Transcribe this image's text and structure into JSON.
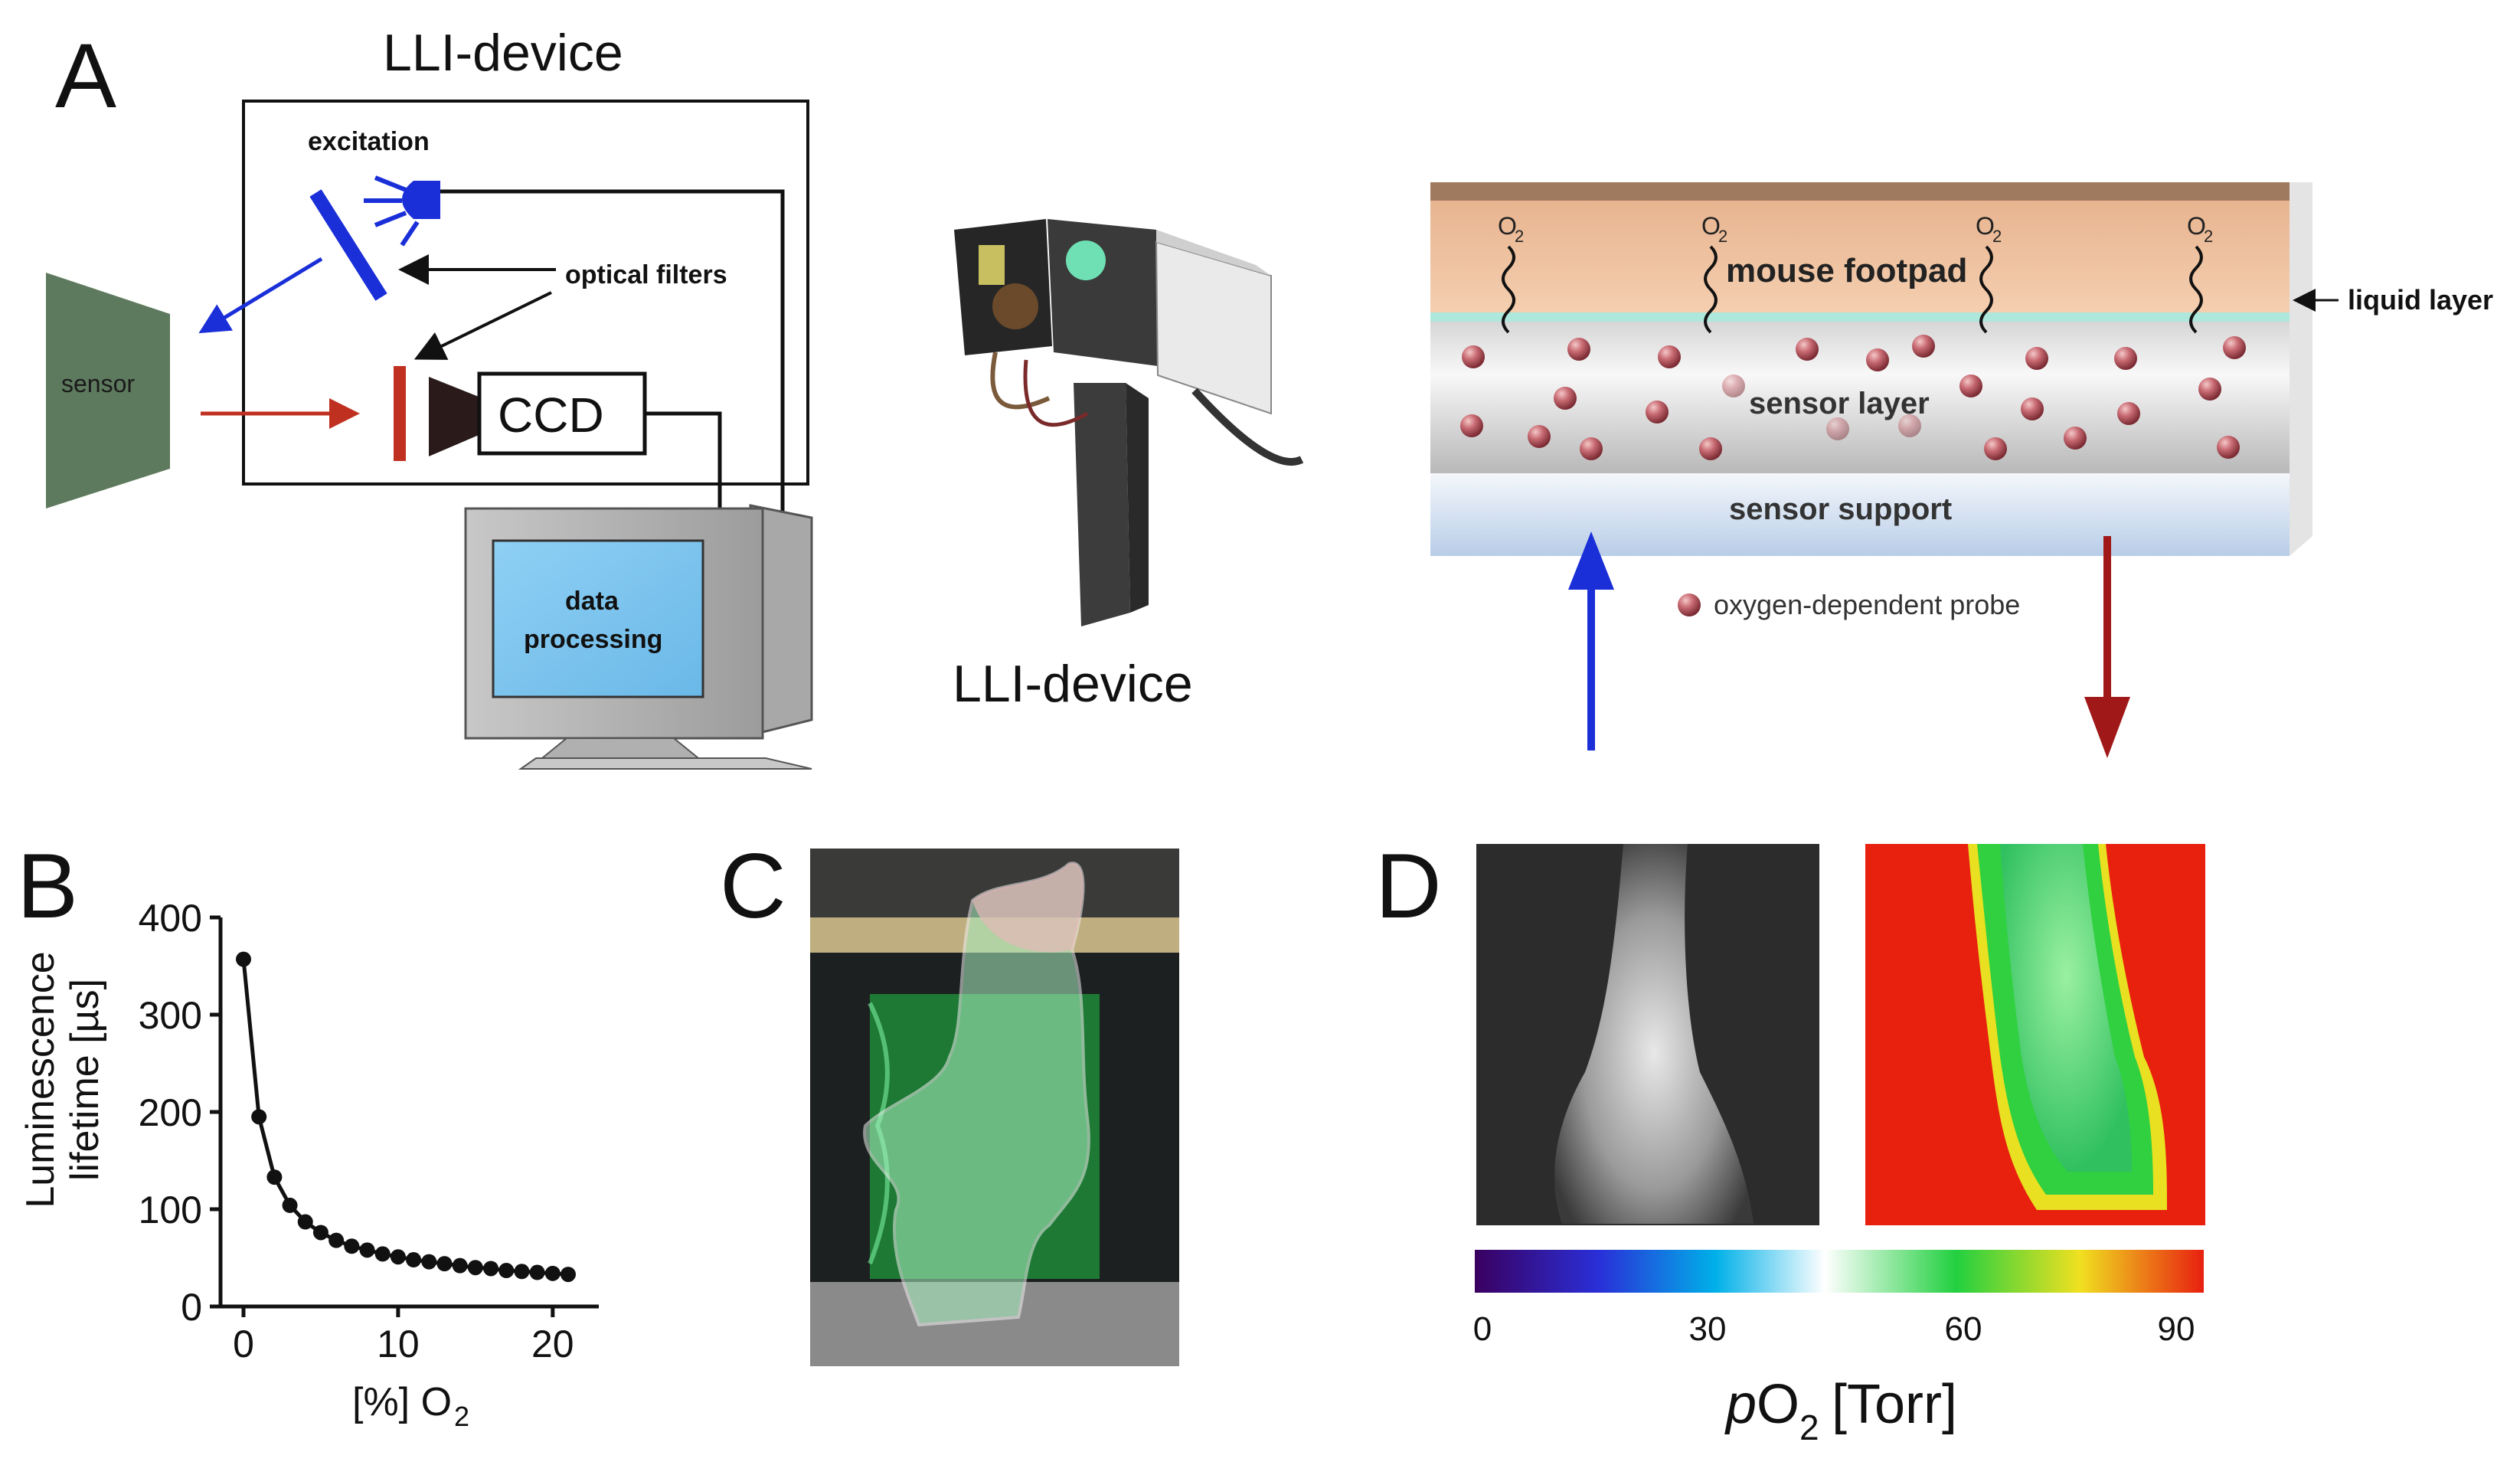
{
  "panels": {
    "a": {
      "letter": "A",
      "device_title": "LLI-device",
      "excitation": "excitation",
      "optical_filters": "optical filters",
      "sensor": "sensor",
      "ccd": "CCD",
      "data_processing_1": "data",
      "data_processing_2": "processing",
      "photo_caption": "LLI-device",
      "mouse_footpad": "mouse footpad",
      "liquid_layer": "liquid layer",
      "sensor_layer": "sensor layer",
      "sensor_support": "sensor support",
      "probe_legend": "oxygen-dependent probe",
      "o2_main": "O",
      "o2_sub": "2"
    },
    "b": {
      "letter": "B"
    },
    "c": {
      "letter": "C"
    },
    "d": {
      "letter": "D",
      "colorbar_ticks": [
        "0",
        "30",
        "60",
        "90"
      ],
      "colorbar_label_p": "p",
      "colorbar_label_o": "O",
      "colorbar_label_sub": "2",
      "colorbar_label_unit": " [Torr]",
      "colorbar_colors": [
        "#3a0060",
        "#2a2fd8",
        "#00b0e8",
        "#ffffff",
        "#22d040",
        "#f0e020",
        "#e82010"
      ]
    }
  },
  "chart_data": {
    "type": "line",
    "ylabel_line1": "Luminescence",
    "ylabel_line2": "lifetime [µs]",
    "xlabel_main": "[%] O",
    "xlabel_sub": "2",
    "xlim": [
      0,
      21
    ],
    "ylim": [
      0,
      400
    ],
    "x_ticks": [
      0,
      10,
      20
    ],
    "y_ticks": [
      0,
      100,
      200,
      300,
      400
    ],
    "x": [
      0,
      1,
      2,
      3,
      4,
      5,
      6,
      7,
      8,
      9,
      10,
      11,
      12,
      13,
      14,
      15,
      16,
      17,
      18,
      19,
      20,
      21
    ],
    "y": [
      357,
      195,
      133,
      104,
      87,
      76,
      68,
      62,
      58,
      54,
      51,
      48,
      46,
      44,
      42,
      40,
      39,
      37,
      36,
      35,
      34,
      33
    ]
  }
}
